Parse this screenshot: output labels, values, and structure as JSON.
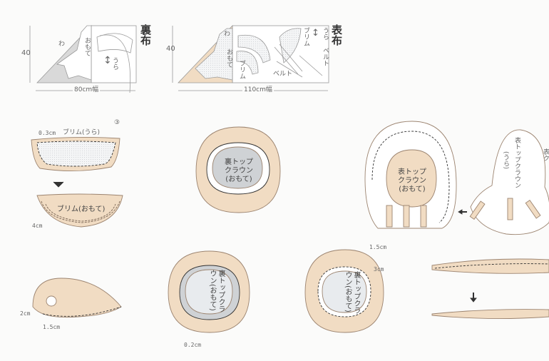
{
  "lining_layout": {
    "title": "裏布",
    "height": "40",
    "width": "80cm幅",
    "fold": "わ",
    "face": "おもて",
    "back": "うら"
  },
  "outer_layout": {
    "title": "表布",
    "height": "40",
    "width": "110cm幅",
    "fold": "わ",
    "face": "おもて",
    "brim1": "ブリム",
    "brim2": "ブリム",
    "back": "うら",
    "belt1": "ベルト",
    "belt2": "ベルト"
  },
  "brim_step": {
    "margin": "0.3cm",
    "brim_back": "ブリム(うら)",
    "step_mark": "③",
    "brim_face": "ブリム(おもて)",
    "stitch_width": "4cm"
  },
  "crown_step_top_center": {
    "label_line1": "裏トップ",
    "label_line2": "クラウン",
    "label_line3": "(おもて)"
  },
  "crown_step_right_a": {
    "label_line1": "表トップ",
    "label_line2": "クラウン",
    "label_line3": "(おもて)"
  },
  "crown_step_right_b": {
    "label_vertical": "表トップクラウン",
    "label_sub": "(うら)",
    "edge_label": "表ク"
  },
  "hat_side": {
    "margin_a": "2cm",
    "margin_b": "1.5cm"
  },
  "crown_step_bottom_a": {
    "label": "裏トップクラウン(おもて)",
    "margin": "0.2cm"
  },
  "crown_step_bottom_b": {
    "label": "裏トップクラウン(おもて)",
    "margin_a": "1.5cm",
    "margin_b": "3cm"
  },
  "colors": {
    "beige": "#f1dcc3",
    "outline": "#9c8470",
    "gray": "#cfd2d5",
    "light": "#e8ebee"
  }
}
